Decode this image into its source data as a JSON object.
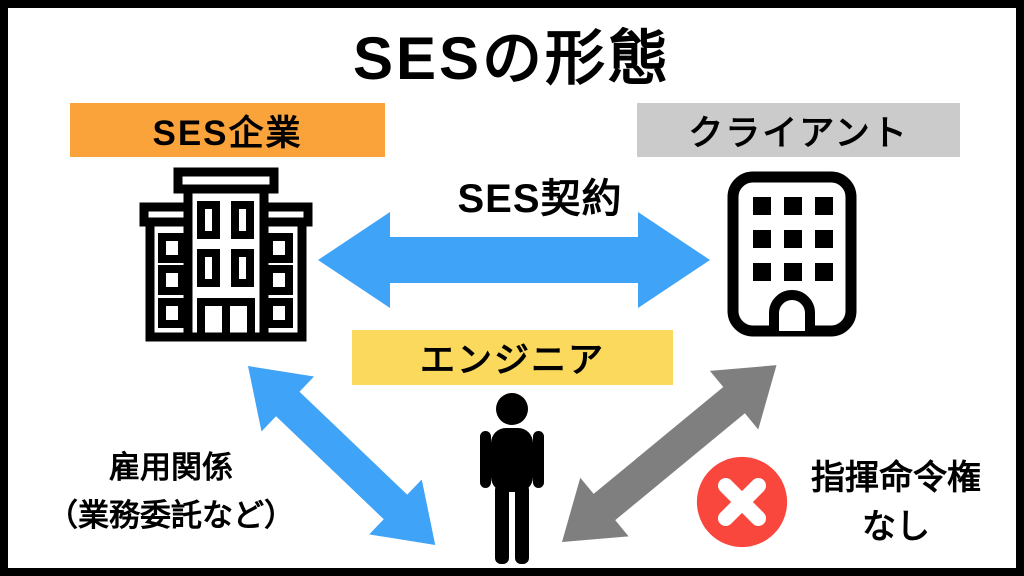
{
  "title": "SESの形態",
  "entities": {
    "ses_company": {
      "label": "SES企業",
      "bg_color": "#FAA33B"
    },
    "client": {
      "label": "クライアント",
      "bg_color": "#CBCBCB"
    },
    "engineer": {
      "label": "エンジニア",
      "bg_color": "#FBD95C"
    }
  },
  "relations": {
    "ses_contract": {
      "label": "SES契約",
      "arrow_color": "#3FA3F7",
      "arrow_type": "double-headed-horizontal"
    },
    "employment": {
      "line1": "雇用関係",
      "line2": "（業務委託など）",
      "arrow_color": "#3FA3F7",
      "arrow_type": "double-headed-diagonal"
    },
    "command_authority": {
      "line1": "指揮命令権",
      "line2": "なし",
      "arrow_color": "#7F7F7F",
      "arrow_type": "double-headed-diagonal",
      "badge": "cross-circle",
      "badge_color": "#F9473D"
    }
  },
  "icons": {
    "ses_company": "office-building-icon",
    "client": "building-icon",
    "engineer": "person-icon",
    "no_command": "cross-circle-icon"
  },
  "colors": {
    "background": "#FFFFFF",
    "border": "#000000",
    "text": "#000000",
    "blue_arrow": "#3FA3F7",
    "gray_arrow": "#7F7F7F",
    "orange_label": "#FAA33B",
    "gray_label": "#CBCBCB",
    "yellow_label": "#FBD95C",
    "red_badge": "#F9473D"
  }
}
